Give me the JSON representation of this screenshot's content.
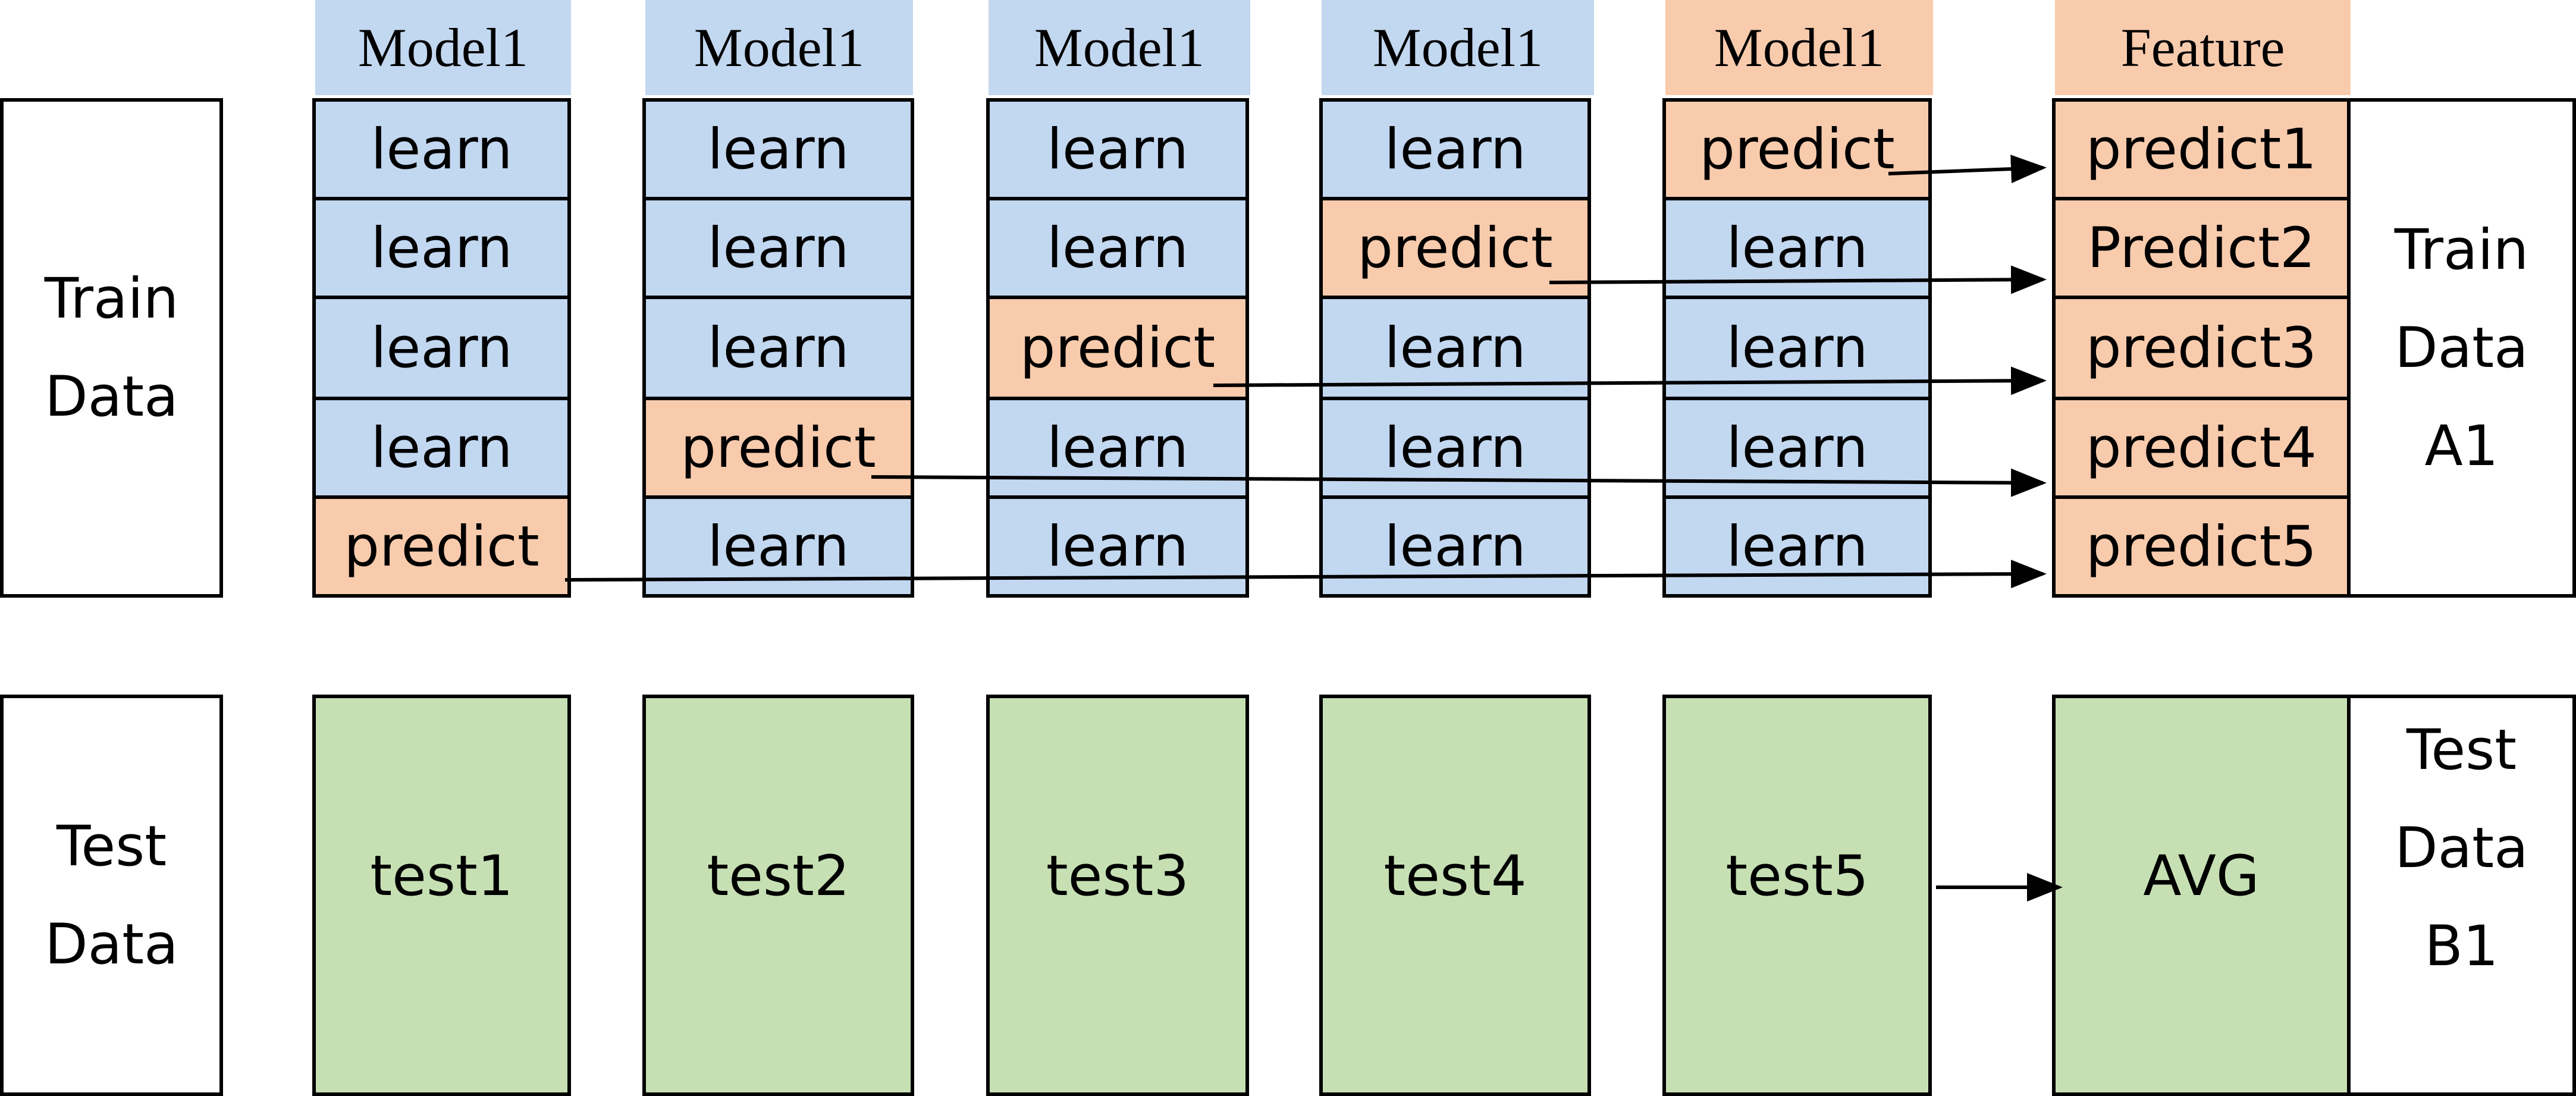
{
  "headers": [
    "Model1",
    "Model1",
    "Model1",
    "Model1",
    "Model1",
    "Feature"
  ],
  "train_label": [
    "Train",
    "Data"
  ],
  "test_label": [
    "Test",
    "Data"
  ],
  "train_out_label": [
    "Train",
    "Data",
    "A1"
  ],
  "test_out_label": [
    "Test",
    "Data",
    "B1"
  ],
  "folds": [
    [
      "learn",
      "learn",
      "learn",
      "learn",
      "predict"
    ],
    [
      "learn",
      "learn",
      "learn",
      "predict",
      "learn"
    ],
    [
      "learn",
      "learn",
      "predict",
      "learn",
      "learn"
    ],
    [
      "learn",
      "predict",
      "learn",
      "learn",
      "learn"
    ],
    [
      "predict",
      "learn",
      "learn",
      "learn",
      "learn"
    ]
  ],
  "features": [
    "predict1",
    "Predict2",
    "predict3",
    "predict4",
    "predict5"
  ],
  "tests": [
    "test1",
    "test2",
    "test3",
    "test4",
    "test5"
  ],
  "avg_label": "AVG",
  "colors": {
    "learn": "#c2d7f0",
    "predict": "#f8cbad",
    "test": "#c6e0b4"
  }
}
